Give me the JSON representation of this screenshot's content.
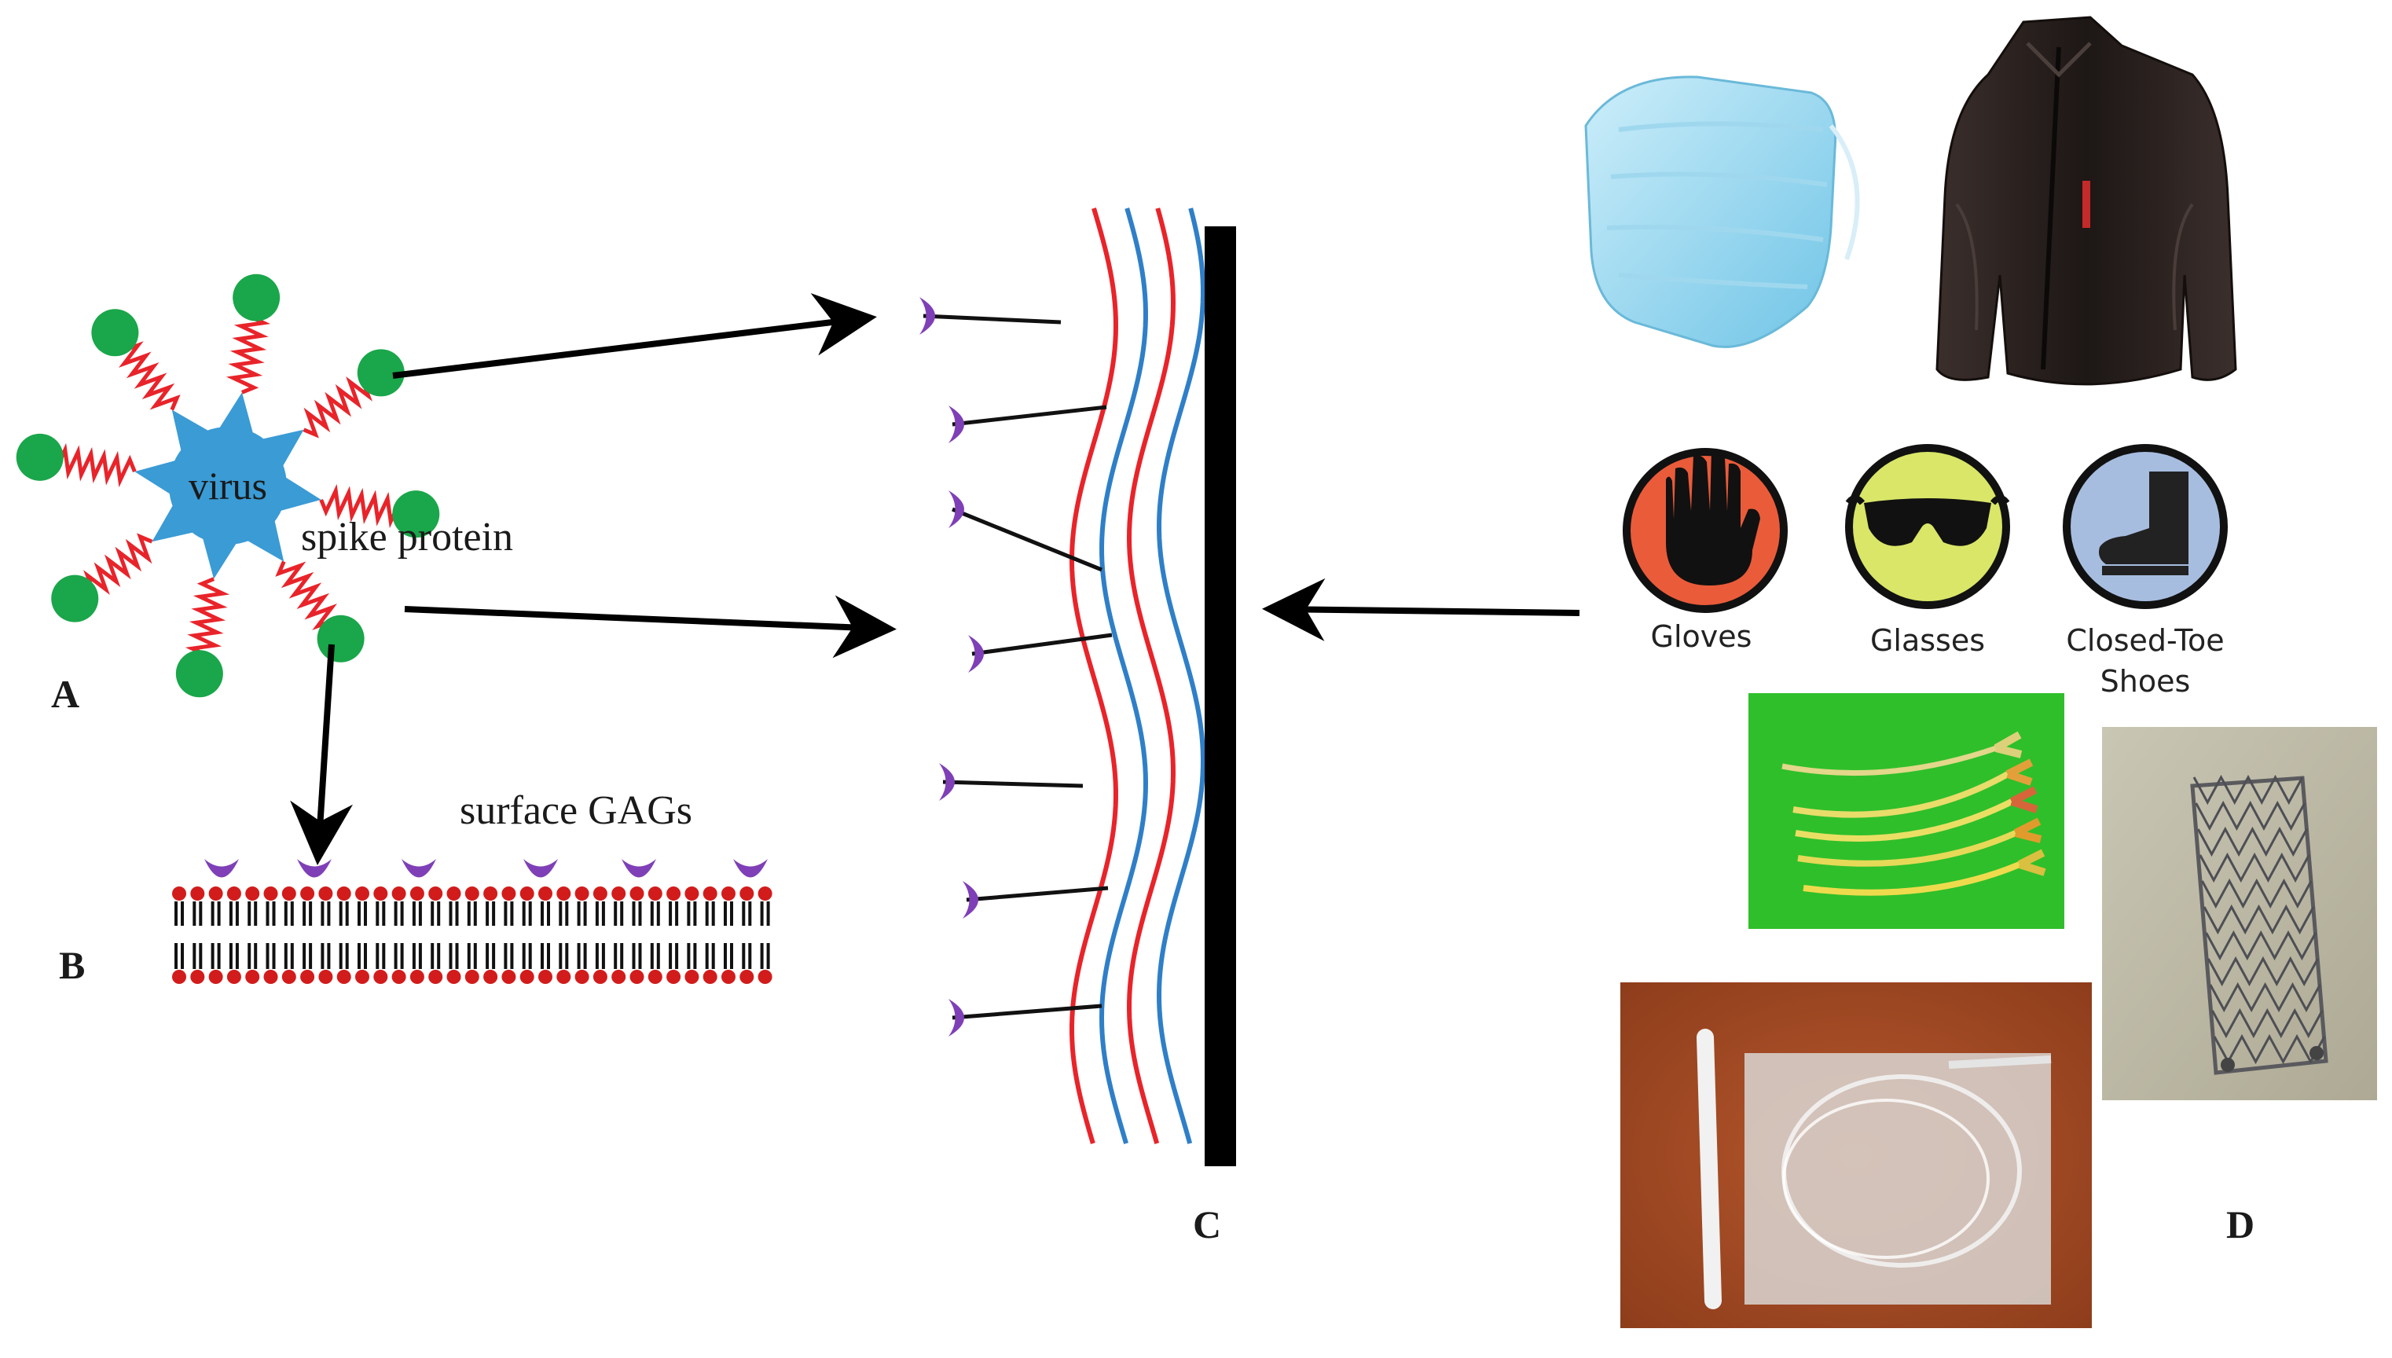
{
  "panel_labels": {
    "a": "A",
    "b": "B",
    "c": "C",
    "d": "D"
  },
  "virus": {
    "body_label": "virus",
    "spike_label": "spike protein"
  },
  "membrane": {
    "label": "surface GAGs"
  },
  "ppe_icons": [
    {
      "name": "gloves",
      "label": "Gloves",
      "color": "#ea5b3a"
    },
    {
      "name": "glasses",
      "label": "Glasses",
      "color": "#d9e668"
    },
    {
      "name": "closed-toe-shoes",
      "label_line1": "Closed-Toe",
      "label_line2": "Shoes",
      "color": "#a7bde0"
    }
  ],
  "colors": {
    "virus_blue": "#3a9bd5",
    "spike_green": "#1aa64a",
    "linker_red": "#e8242a",
    "receptor_purple": "#7f3fb6",
    "fiber_blue": "#2f7fc8",
    "photo_green_bg": "#2fbf2a",
    "photo_brown_bg": "#a34a23"
  }
}
